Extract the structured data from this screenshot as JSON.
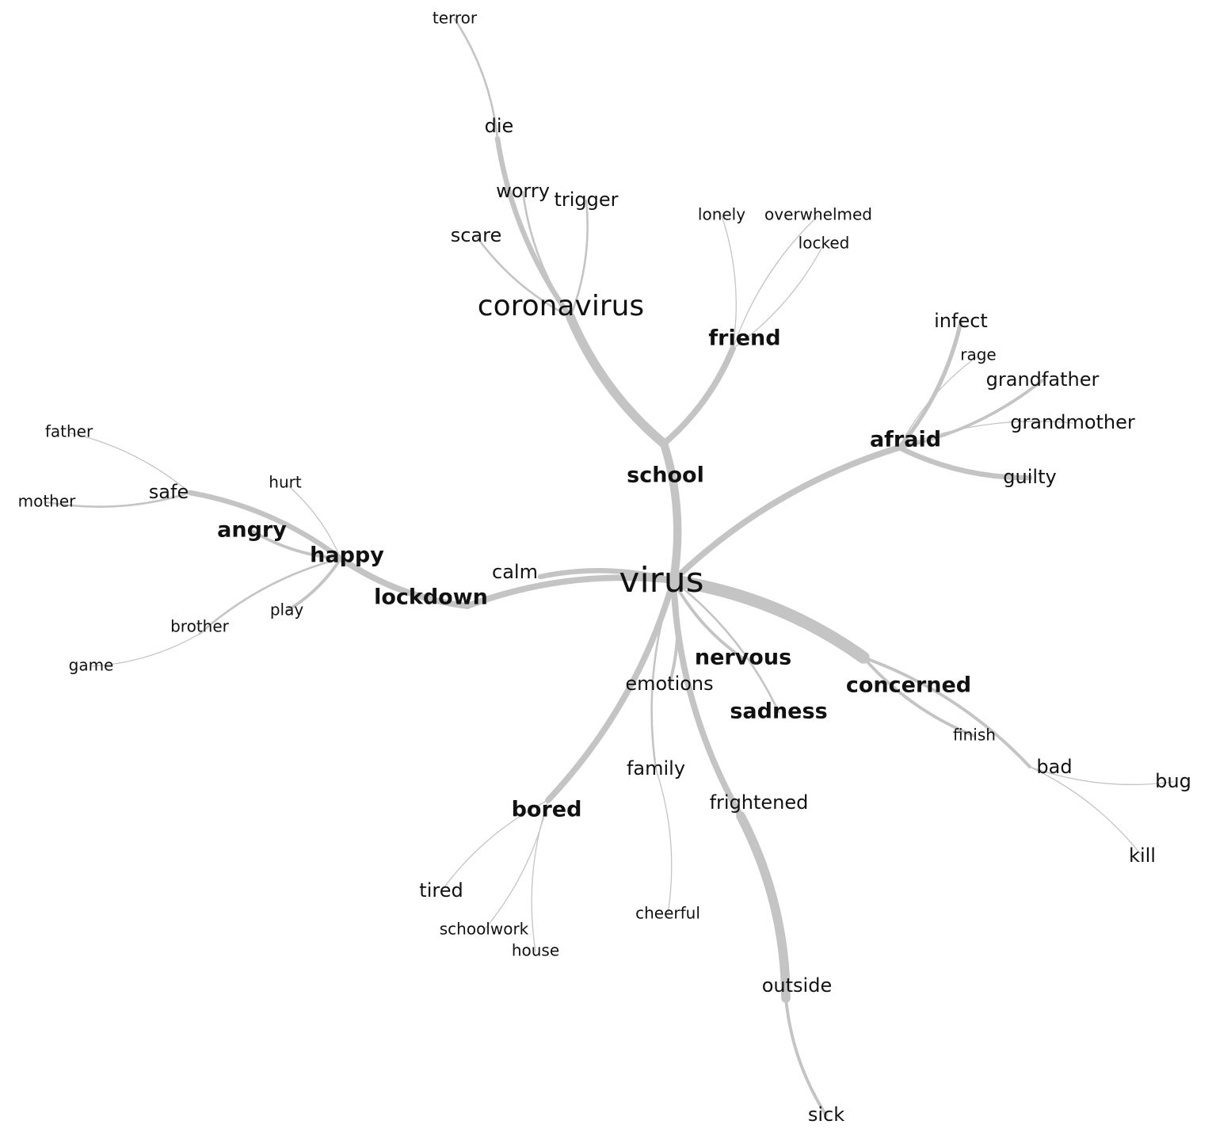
{
  "colors": {
    "background": "#ffffff",
    "edge": "#c4c4c4",
    "text": "#111111"
  },
  "graph": {
    "nodes": [
      {
        "id": "virus",
        "label": "virus",
        "weight": "huge"
      },
      {
        "id": "coronavirus",
        "label": "coronavirus",
        "weight": "large"
      },
      {
        "id": "school",
        "label": "school",
        "weight": "bold"
      },
      {
        "id": "friend",
        "label": "friend",
        "weight": "bold"
      },
      {
        "id": "afraid",
        "label": "afraid",
        "weight": "bold"
      },
      {
        "id": "concerned",
        "label": "concerned",
        "weight": "bold"
      },
      {
        "id": "lockdown",
        "label": "lockdown",
        "weight": "bold"
      },
      {
        "id": "happy",
        "label": "happy",
        "weight": "bold"
      },
      {
        "id": "angry",
        "label": "angry",
        "weight": "bold"
      },
      {
        "id": "nervous",
        "label": "nervous",
        "weight": "bold"
      },
      {
        "id": "sadness",
        "label": "sadness",
        "weight": "bold"
      },
      {
        "id": "bored",
        "label": "bored",
        "weight": "bold"
      },
      {
        "id": "terror",
        "label": "terror",
        "weight": "small"
      },
      {
        "id": "die",
        "label": "die",
        "weight": "regular"
      },
      {
        "id": "worry",
        "label": "worry",
        "weight": "regular"
      },
      {
        "id": "trigger",
        "label": "trigger",
        "weight": "regular"
      },
      {
        "id": "scare",
        "label": "scare",
        "weight": "regular"
      },
      {
        "id": "lonely",
        "label": "lonely",
        "weight": "small"
      },
      {
        "id": "overwhelmed",
        "label": "overwhelmed",
        "weight": "small"
      },
      {
        "id": "locked",
        "label": "locked",
        "weight": "small"
      },
      {
        "id": "infect",
        "label": "infect",
        "weight": "regular"
      },
      {
        "id": "rage",
        "label": "rage",
        "weight": "small"
      },
      {
        "id": "grandfather",
        "label": "grandfather",
        "weight": "regular"
      },
      {
        "id": "grandmother",
        "label": "grandmother",
        "weight": "regular"
      },
      {
        "id": "guilty",
        "label": "guilty",
        "weight": "regular"
      },
      {
        "id": "father",
        "label": "father",
        "weight": "small"
      },
      {
        "id": "mother",
        "label": "mother",
        "weight": "small"
      },
      {
        "id": "safe",
        "label": "safe",
        "weight": "regular"
      },
      {
        "id": "hurt",
        "label": "hurt",
        "weight": "small"
      },
      {
        "id": "calm",
        "label": "calm",
        "weight": "regular"
      },
      {
        "id": "play",
        "label": "play",
        "weight": "small"
      },
      {
        "id": "brother",
        "label": "brother",
        "weight": "small"
      },
      {
        "id": "game",
        "label": "game",
        "weight": "small"
      },
      {
        "id": "emotions",
        "label": "emotions",
        "weight": "regular"
      },
      {
        "id": "family",
        "label": "family",
        "weight": "regular"
      },
      {
        "id": "cheerful",
        "label": "cheerful",
        "weight": "small"
      },
      {
        "id": "frightened",
        "label": "frightened",
        "weight": "regular"
      },
      {
        "id": "outside",
        "label": "outside",
        "weight": "regular"
      },
      {
        "id": "sick",
        "label": "sick",
        "weight": "regular"
      },
      {
        "id": "tired",
        "label": "tired",
        "weight": "regular"
      },
      {
        "id": "schoolwork",
        "label": "schoolwork",
        "weight": "small"
      },
      {
        "id": "house",
        "label": "house",
        "weight": "small"
      },
      {
        "id": "finish",
        "label": "finish",
        "weight": "small"
      },
      {
        "id": "bad",
        "label": "bad",
        "weight": "regular"
      },
      {
        "id": "bug",
        "label": "bug",
        "weight": "regular"
      },
      {
        "id": "kill",
        "label": "kill",
        "weight": "regular"
      }
    ],
    "edges": [
      {
        "from": "virus",
        "to": "school",
        "strength": 8
      },
      {
        "from": "school",
        "to": "coronavirus",
        "strength": 9
      },
      {
        "from": "school",
        "to": "friend",
        "strength": 6
      },
      {
        "from": "coronavirus",
        "to": "die",
        "strength": 5
      },
      {
        "from": "die",
        "to": "terror",
        "strength": 2
      },
      {
        "from": "coronavirus",
        "to": "worry",
        "strength": 2
      },
      {
        "from": "coronavirus",
        "to": "trigger",
        "strength": 2
      },
      {
        "from": "coronavirus",
        "to": "scare",
        "strength": 2
      },
      {
        "from": "friend",
        "to": "lonely",
        "strength": 1
      },
      {
        "from": "friend",
        "to": "overwhelmed",
        "strength": 1
      },
      {
        "from": "friend",
        "to": "locked",
        "strength": 1
      },
      {
        "from": "virus",
        "to": "afraid",
        "strength": 6
      },
      {
        "from": "afraid",
        "to": "infect",
        "strength": 4
      },
      {
        "from": "afraid",
        "to": "rage",
        "strength": 1
      },
      {
        "from": "afraid",
        "to": "grandfather",
        "strength": 3
      },
      {
        "from": "afraid",
        "to": "grandmother",
        "strength": 1
      },
      {
        "from": "afraid",
        "to": "guilty",
        "strength": 5
      },
      {
        "from": "virus",
        "to": "concerned",
        "strength": 12
      },
      {
        "from": "concerned",
        "to": "finish",
        "strength": 3
      },
      {
        "from": "concerned",
        "to": "bad",
        "strength": 3
      },
      {
        "from": "bad",
        "to": "bug",
        "strength": 1
      },
      {
        "from": "bad",
        "to": "kill",
        "strength": 1
      },
      {
        "from": "virus",
        "to": "lockdown",
        "strength": 6
      },
      {
        "from": "lockdown",
        "to": "happy",
        "strength": 6
      },
      {
        "from": "happy",
        "to": "safe",
        "strength": 5
      },
      {
        "from": "happy",
        "to": "angry",
        "strength": 3
      },
      {
        "from": "happy",
        "to": "hurt",
        "strength": 1
      },
      {
        "from": "happy",
        "to": "play",
        "strength": 3
      },
      {
        "from": "happy",
        "to": "brother",
        "strength": 2
      },
      {
        "from": "brother",
        "to": "game",
        "strength": 1
      },
      {
        "from": "safe",
        "to": "father",
        "strength": 1
      },
      {
        "from": "safe",
        "to": "mother",
        "strength": 2
      },
      {
        "from": "virus",
        "to": "calm",
        "strength": 5
      },
      {
        "from": "virus",
        "to": "emotions",
        "strength": 3
      },
      {
        "from": "virus",
        "to": "family",
        "strength": 2
      },
      {
        "from": "family",
        "to": "cheerful",
        "strength": 1
      },
      {
        "from": "virus",
        "to": "nervous",
        "strength": 3
      },
      {
        "from": "virus",
        "to": "sadness",
        "strength": 2
      },
      {
        "from": "virus",
        "to": "frightened",
        "strength": 6
      },
      {
        "from": "frightened",
        "to": "outside",
        "strength": 9
      },
      {
        "from": "outside",
        "to": "sick",
        "strength": 3
      },
      {
        "from": "virus",
        "to": "bored",
        "strength": 6
      },
      {
        "from": "bored",
        "to": "tired",
        "strength": 1
      },
      {
        "from": "bored",
        "to": "schoolwork",
        "strength": 1
      },
      {
        "from": "bored",
        "to": "house",
        "strength": 1
      }
    ]
  }
}
